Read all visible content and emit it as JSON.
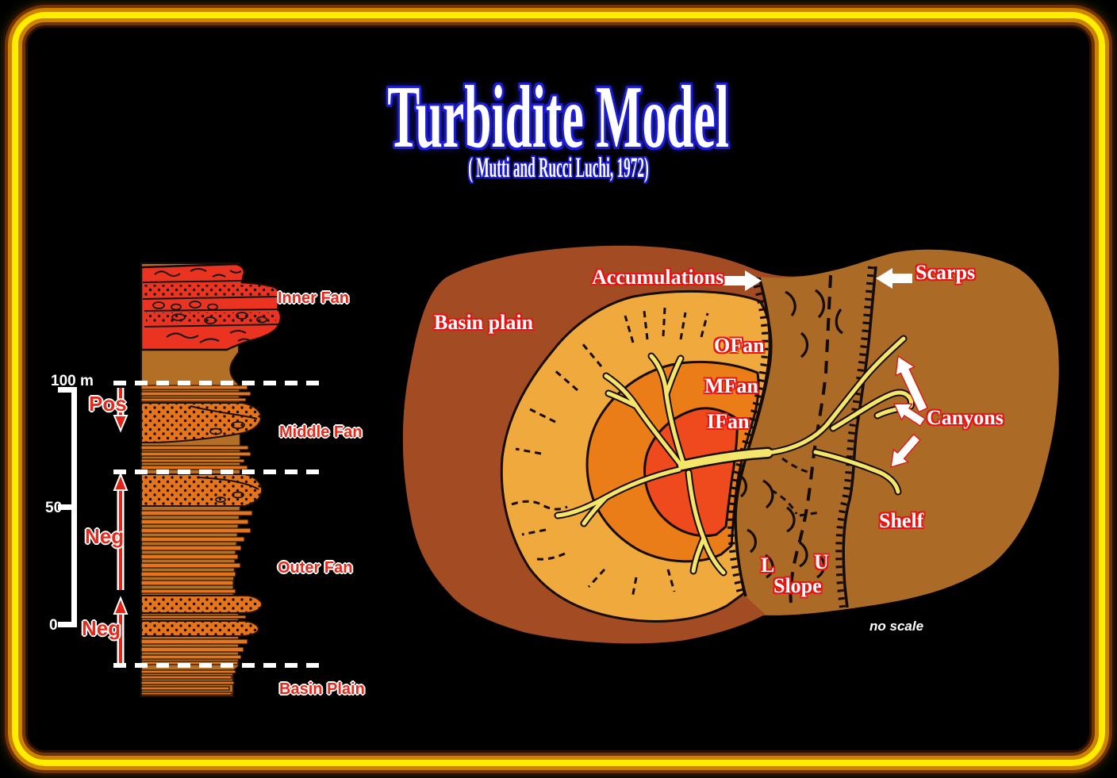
{
  "title": {
    "text": "Turbidite Model",
    "subtitle": "( Mutti and Rucci Luchi, 1972)"
  },
  "column": {
    "scale": {
      "top": "100 m",
      "mid": "50",
      "bottom": "0"
    },
    "trends": {
      "pos": "Pos",
      "neg_upper": "Neg",
      "neg_lower": "Neg"
    },
    "units": {
      "inner_fan": "Inner Fan",
      "middle_fan": "Middle Fan",
      "outer_fan": "Outer Fan",
      "basin_plain": "Basin Plain"
    }
  },
  "map": {
    "labels": {
      "basin_plain": "Basin plain",
      "accumulations": "Accumulations",
      "scarps": "Scarps",
      "ofan": "OFan",
      "mfan": "MFan",
      "ifan": "IFan",
      "canyons": "Canyons",
      "shelf": "Shelf",
      "slope_lower": "L",
      "slope_upper": "U",
      "slope": "Slope",
      "no_scale": "no scale"
    },
    "colors": {
      "basin_plain": "#a34b22",
      "shelf_slope": "#ab6b27",
      "outer_fan": "#efa93c",
      "middle_fan": "#ea7d17",
      "inner_fan": "#ee4a1e",
      "channel": "#f3e66a",
      "arrow": "#ffffff",
      "label_outline": "#e81414",
      "column_base": "#b36f26",
      "column_stripe": "#e5741d",
      "column_red_unit": "#ea3421",
      "frame_gold": "#ffec00",
      "title_outline": "#1d1dd8"
    }
  }
}
